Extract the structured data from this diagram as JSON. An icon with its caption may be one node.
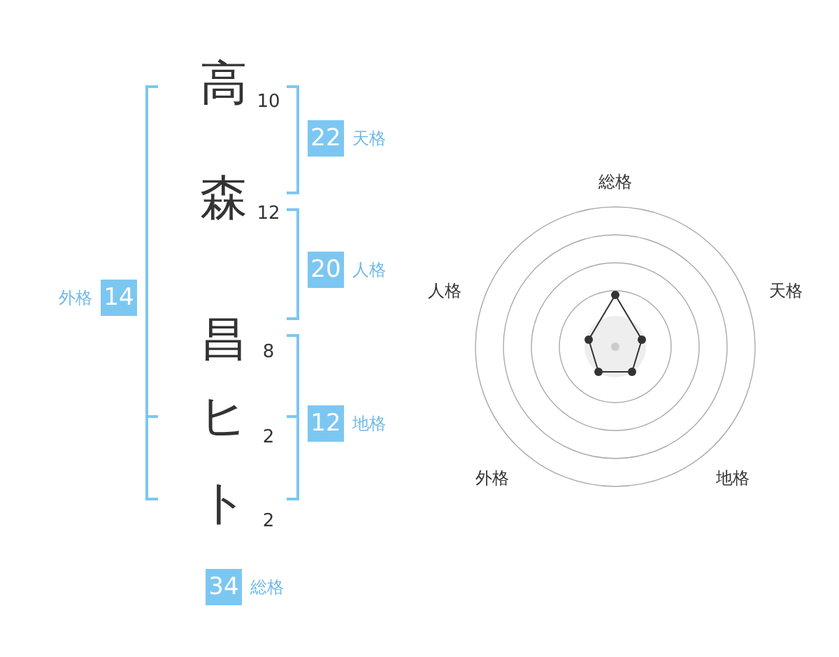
{
  "diagram": {
    "nodes": [
      {
        "text": [
          "22"
        ],
        "beside": [
          "天格"
        ]
      },
      {
        "text": [
          "20"
        ],
        "beside": [
          "人格"
        ]
      },
      {
        "text": [
          "14"
        ],
        "beside": [
          "外格"
        ]
      },
      {
        "text": [
          "12"
        ],
        "beside": [
          "地格"
        ]
      },
      {
        "text": [
          "34"
        ],
        "beside": [
          "総格"
        ]
      }
    ],
    "edges": [],
    "labels": [
      "高",
      "10",
      "森",
      "12",
      "昌",
      "8",
      "ヒ",
      "2",
      "ト",
      "2",
      "総格",
      "人格",
      "天格",
      "外格",
      "地格"
    ]
  }
}
